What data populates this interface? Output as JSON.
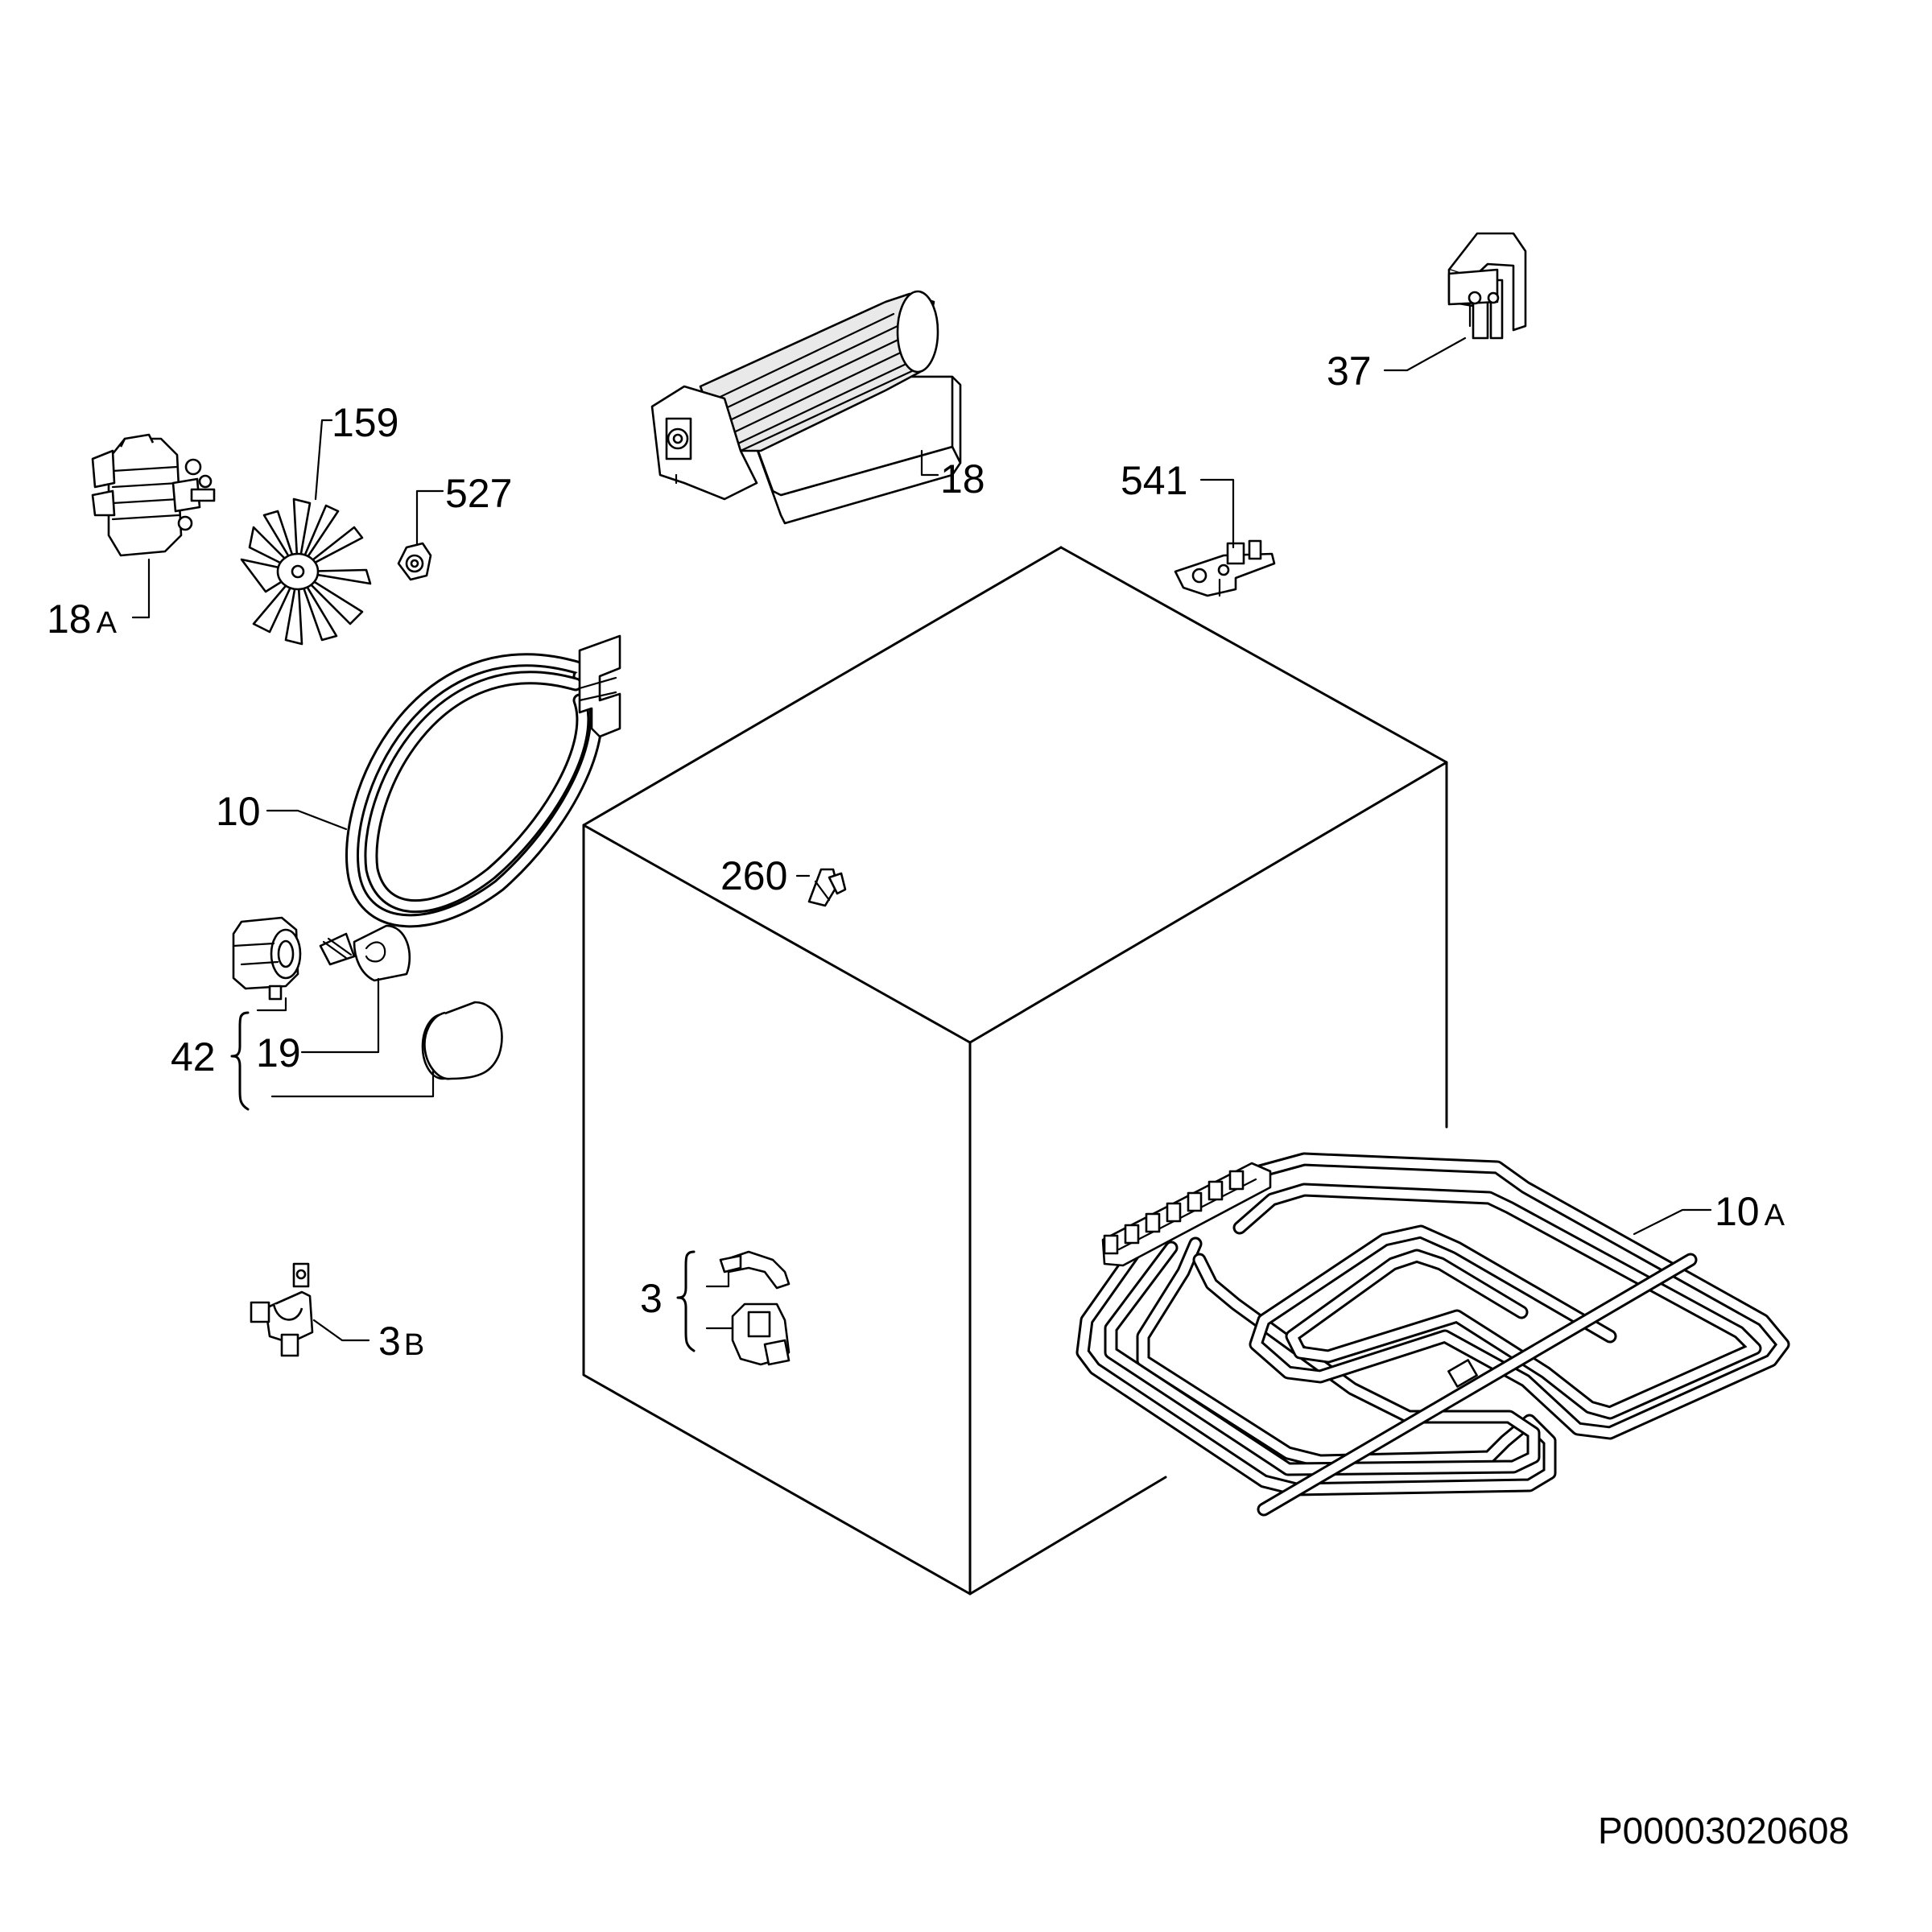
{
  "drawing_code": "P00003020608",
  "parts": [
    {
      "id": "37",
      "num": "37",
      "suffix": ""
    },
    {
      "id": "159",
      "num": "159",
      "suffix": ""
    },
    {
      "id": "527",
      "num": "527",
      "suffix": ""
    },
    {
      "id": "18",
      "num": "18",
      "suffix": ""
    },
    {
      "id": "541",
      "num": "541",
      "suffix": ""
    },
    {
      "id": "18A",
      "num": "18",
      "suffix": "A"
    },
    {
      "id": "10",
      "num": "10",
      "suffix": ""
    },
    {
      "id": "260",
      "num": "260",
      "suffix": ""
    },
    {
      "id": "42",
      "num": "42",
      "suffix": ""
    },
    {
      "id": "19",
      "num": "19",
      "suffix": ""
    },
    {
      "id": "10A",
      "num": "10",
      "suffix": "A"
    },
    {
      "id": "3",
      "num": "3",
      "suffix": ""
    },
    {
      "id": "3B",
      "num": "3",
      "suffix": "B"
    }
  ]
}
